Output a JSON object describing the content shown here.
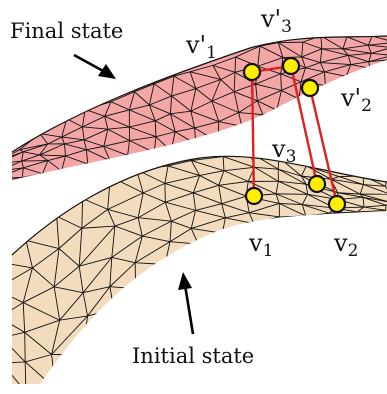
{
  "labels": {
    "final_state": "Final state",
    "initial_state": "Initial state",
    "v1_prime": {
      "base": "v'",
      "sub": "1"
    },
    "v2_prime": {
      "base": "v'",
      "sub": "2"
    },
    "v3_prime": {
      "base": "v'",
      "sub": "3"
    },
    "v1": {
      "base": "v",
      "sub": "1"
    },
    "v2": {
      "base": "v",
      "sub": "2"
    },
    "v3": {
      "base": "v",
      "sub": "3"
    }
  },
  "colors": {
    "final_mesh_fill": "#f4a6a6",
    "initial_mesh_fill": "#f2dcbd",
    "mesh_edges": "#111111",
    "vertex_fill": "#ffee00",
    "vertex_stroke": "#111111",
    "correspondence_line": "#e02020",
    "arrow": "#000000"
  }
}
